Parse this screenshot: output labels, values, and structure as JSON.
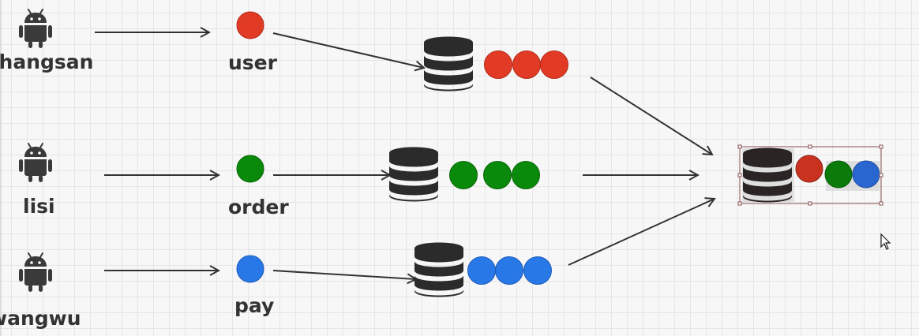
{
  "clients": [
    {
      "name": "zhangsan",
      "topic": "user",
      "color": "#e23b25"
    },
    {
      "name": "lisi",
      "topic": "order",
      "color": "#0a8a0a"
    },
    {
      "name": "wangwu",
      "topic": "pay",
      "color": "#2878e8"
    }
  ],
  "merged": {
    "colors": [
      "#c8321f",
      "#0a7a0a",
      "#2a66cf"
    ]
  },
  "colors": {
    "stroke": "#333333",
    "db": "#2b2b2b",
    "selection": "#8a5050"
  },
  "icons": [
    "android-icon",
    "database-icon",
    "mouse-cursor-icon"
  ]
}
